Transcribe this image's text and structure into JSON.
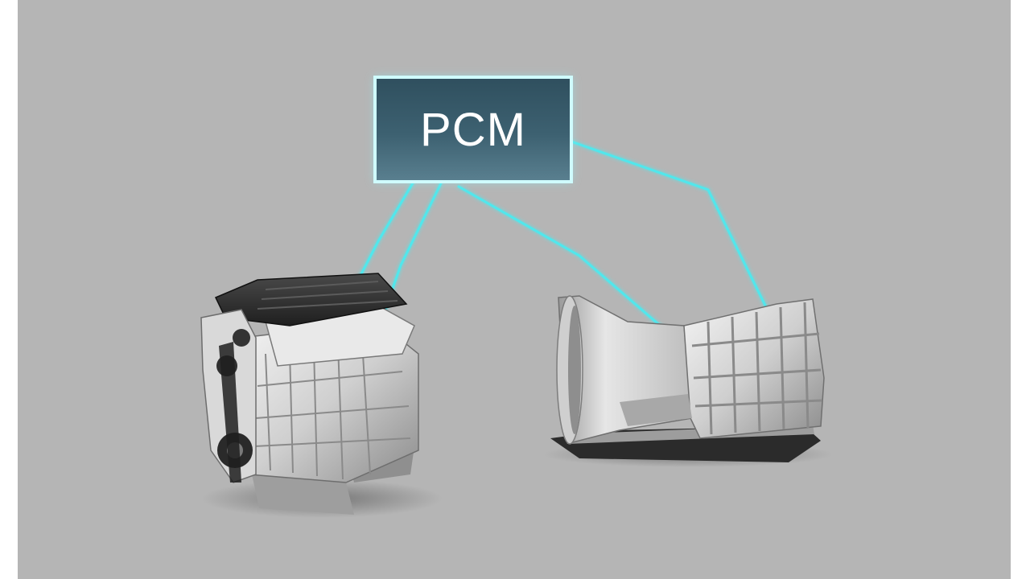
{
  "pcm": {
    "label": "PCM"
  },
  "colors": {
    "background": "#b4b4b4",
    "border": "#ffffff",
    "connector": "#4ee6ea",
    "box_top": "#3b5d6c",
    "box_bottom": "#4c7282",
    "box_glow": "#7fe9f0"
  },
  "components": [
    "engine",
    "transmission"
  ]
}
